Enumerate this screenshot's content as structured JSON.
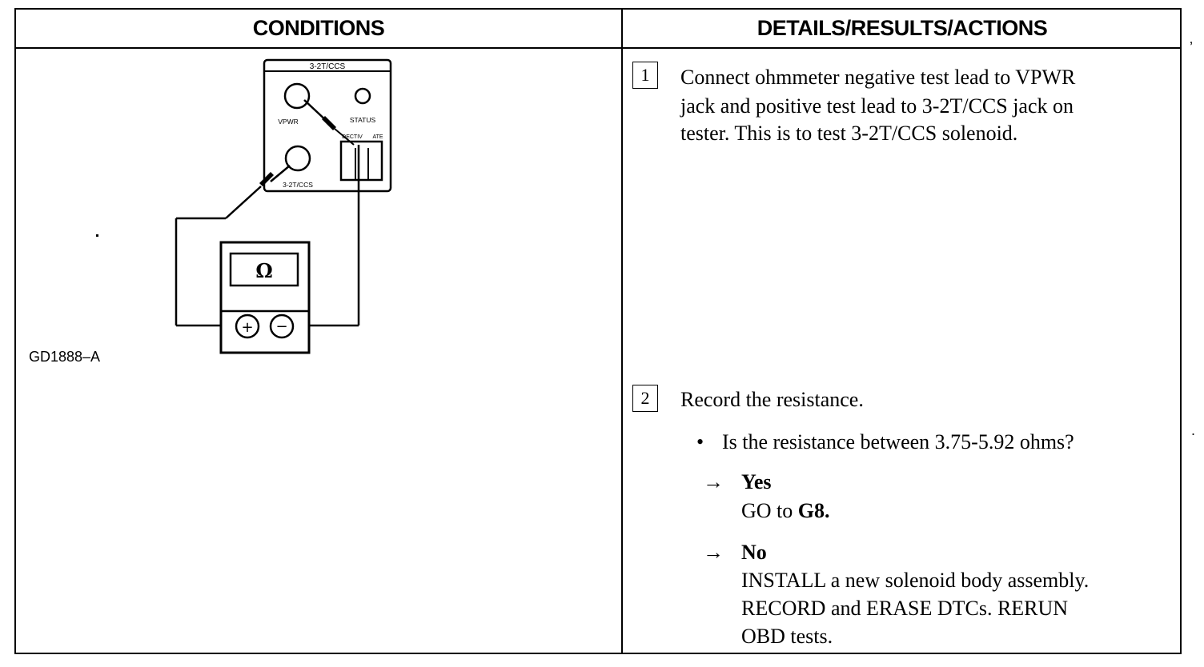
{
  "header": {
    "conditions": "CONDITIONS",
    "details": "DETAILS/RESULTS/ACTIONS"
  },
  "diagram": {
    "panel_label": "3-2T/CCS",
    "vpwr_label": "VPWR",
    "status_label": "STATUS",
    "dectiv_label": "DECTIV",
    "ate_label": "ATE",
    "jack_label": "3-2T/CCS",
    "meter_symbol": "Ω",
    "plus_symbol": "+",
    "minus_symbol": "−",
    "figure_id": "GD1888–A"
  },
  "steps": [
    {
      "number": "1",
      "lines": [
        "Connect ohmmeter negative test lead to VPWR",
        "jack and positive test lead to 3-2T/CCS jack on",
        "tester.  This is to test 3-2T/CCS solenoid."
      ]
    },
    {
      "number": "2",
      "text": "Record the resistance.",
      "question": "Is the resistance between 3.75-5.92 ohms?",
      "bullet": "•",
      "arrow": "→",
      "yes": {
        "label": "Yes",
        "action_prefix": "GO to ",
        "action_target": "G8."
      },
      "no": {
        "label": "No",
        "lines": [
          "INSTALL a new solenoid body assembly.",
          "RECORD and ERASE DTCs. RERUN",
          "OBD tests."
        ]
      }
    }
  ],
  "edge_marks": {
    "top": "‚",
    "middle": "."
  }
}
